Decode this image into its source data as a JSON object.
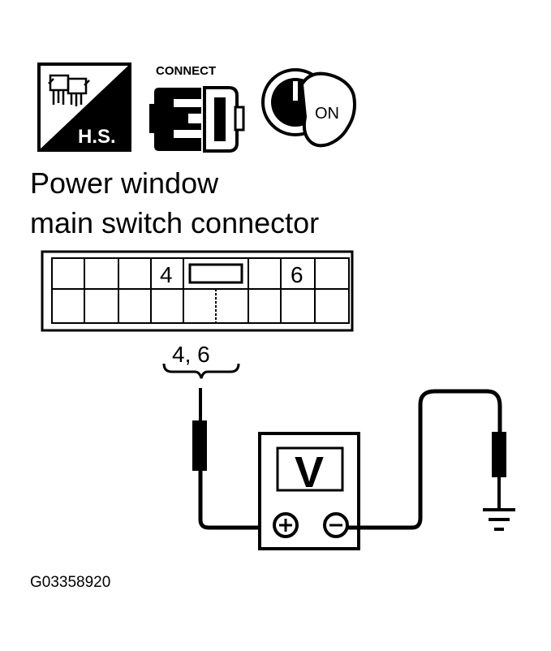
{
  "icons": {
    "harness_badge": "H.S.",
    "connect_label": "CONNECT",
    "ignition_label": "ON"
  },
  "title": {
    "line1": "Power window",
    "line2": "main switch connector"
  },
  "connector": {
    "pin_left": "4",
    "pin_right": "6",
    "probe_pins": "4, 6"
  },
  "meter": {
    "symbol": "V",
    "positive": "+",
    "negative": "−"
  },
  "figure_id": "G03358920"
}
